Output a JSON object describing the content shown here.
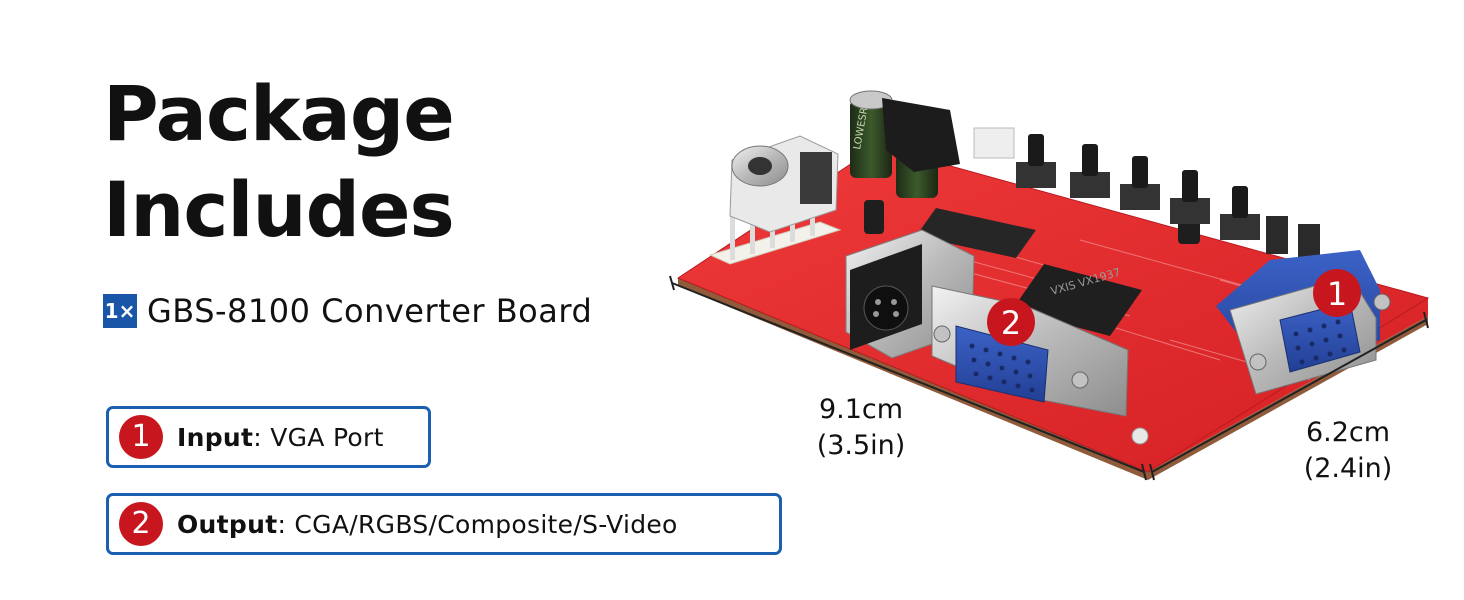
{
  "title": {
    "line1": "Package",
    "line2": "Includes"
  },
  "package": {
    "quantity": "1×",
    "item": "GBS-8100 Converter Board"
  },
  "ports": [
    {
      "number": "1",
      "label": "Input",
      "value": ": VGA Port"
    },
    {
      "number": "2",
      "label": "Output",
      "value": ": CGA/RGBS/Composite/S-Video"
    }
  ],
  "board": {
    "markers": [
      "1",
      "2"
    ],
    "chip_text": "VXIS VX1937",
    "capacitor_text": "LOWESR"
  },
  "dimensions": {
    "length_cm": "9.1cm",
    "length_in": "(3.5in)",
    "width_cm": "6.2cm",
    "width_in": "(2.4in)"
  },
  "colors": {
    "accent_blue": "#1b5fb0",
    "badge_red": "#c8161e",
    "pcb_red": "#e5262c"
  }
}
